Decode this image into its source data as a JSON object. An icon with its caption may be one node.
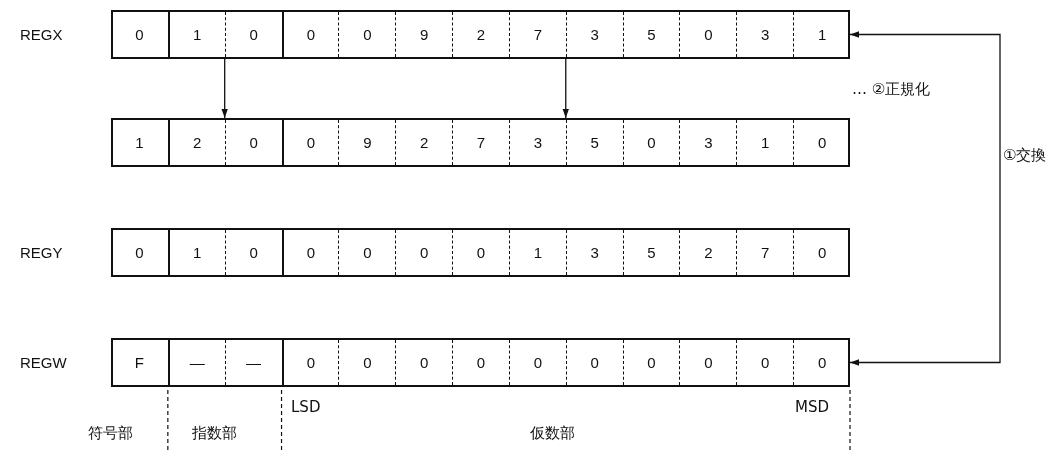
{
  "diagram": {
    "nodes": [
      {
        "text": [],
        "shape": "box",
        "beside": [
          "REGX"
        ]
      },
      {
        "text": [
          "0"
        ],
        "in": 0
      },
      {
        "text": [
          "1"
        ],
        "in": 0
      },
      {
        "text": [
          "0"
        ],
        "in": 0
      },
      {
        "text": [
          "0"
        ],
        "in": 0
      },
      {
        "text": [
          "0"
        ],
        "in": 0
      },
      {
        "text": [
          "9"
        ],
        "in": 0
      },
      {
        "text": [
          "2"
        ],
        "in": 0
      },
      {
        "text": [
          "7"
        ],
        "in": 0
      },
      {
        "text": [
          "3"
        ],
        "in": 0
      },
      {
        "text": [
          "5"
        ],
        "in": 0
      },
      {
        "text": [
          "0"
        ],
        "in": 0
      },
      {
        "text": [
          "3"
        ],
        "in": 0
      },
      {
        "text": [
          "1"
        ],
        "in": 0
      },
      {
        "text": [],
        "shape": "box"
      },
      {
        "text": [
          "1"
        ],
        "in": 14
      },
      {
        "text": [
          "2"
        ],
        "in": 14
      },
      {
        "text": [
          "0"
        ],
        "in": 14
      },
      {
        "text": [
          "0"
        ],
        "in": 14
      },
      {
        "text": [
          "9"
        ],
        "in": 14
      },
      {
        "text": [
          "2"
        ],
        "in": 14
      },
      {
        "text": [
          "7"
        ],
        "in": 14
      },
      {
        "text": [
          "3"
        ],
        "in": 14
      },
      {
        "text": [
          "5"
        ],
        "in": 14
      },
      {
        "text": [
          "0"
        ],
        "in": 14
      },
      {
        "text": [
          "3"
        ],
        "in": 14
      },
      {
        "text": [
          "1"
        ],
        "in": 14
      },
      {
        "text": [
          "0"
        ],
        "in": 14
      },
      {
        "text": [],
        "shape": "box",
        "beside": [
          "REGY"
        ]
      },
      {
        "text": [
          "0"
        ],
        "in": 28
      },
      {
        "text": [
          "1"
        ],
        "in": 28
      },
      {
        "text": [
          "0"
        ],
        "in": 28
      },
      {
        "text": [
          "0"
        ],
        "in": 28
      },
      {
        "text": [
          "0"
        ],
        "in": 28
      },
      {
        "text": [
          "0"
        ],
        "in": 28
      },
      {
        "text": [
          "0"
        ],
        "in": 28
      },
      {
        "text": [
          "1"
        ],
        "in": 28
      },
      {
        "text": [
          "3"
        ],
        "in": 28
      },
      {
        "text": [
          "5"
        ],
        "in": 28
      },
      {
        "text": [
          "2"
        ],
        "in": 28
      },
      {
        "text": [
          "7"
        ],
        "in": 28
      },
      {
        "text": [
          "0"
        ],
        "in": 28
      },
      {
        "text": [],
        "shape": "box",
        "beside": [
          "REGW"
        ]
      },
      {
        "text": [
          "F"
        ],
        "in": 42
      },
      {
        "text": [
          "—"
        ],
        "in": 42
      },
      {
        "text": [
          "—"
        ],
        "in": 42
      },
      {
        "text": [
          "0"
        ],
        "in": 42
      },
      {
        "text": [
          "0"
        ],
        "in": 42
      },
      {
        "text": [
          "0"
        ],
        "in": 42
      },
      {
        "text": [
          "0"
        ],
        "in": 42
      },
      {
        "text": [
          "0"
        ],
        "in": 42
      },
      {
        "text": [
          "0"
        ],
        "in": 42
      },
      {
        "text": [
          "0"
        ],
        "in": 42
      },
      {
        "text": [
          "0"
        ],
        "in": 42
      },
      {
        "text": [
          "0"
        ],
        "in": 42
      },
      {
        "text": [
          "0"
        ],
        "in": 42
      }
    ],
    "edges": [
      {
        "from": 0,
        "to": 14,
        "arrow": "to"
      },
      {
        "from": 0,
        "to": 14,
        "arrow": "to"
      },
      {
        "from": 42,
        "to": 0,
        "arrow": "both",
        "label": "①交換"
      }
    ],
    "labels": [
      "… ②正規化",
      "LSD",
      "MSD",
      "符号部",
      "指数部",
      "仮数部"
    ]
  }
}
